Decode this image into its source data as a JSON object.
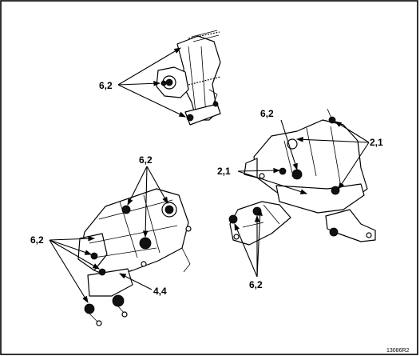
{
  "labels": {
    "top_bracket": "6,2",
    "right_top_a": "6,2",
    "right_top_b": "2,1",
    "right_left": "2,1",
    "right_bottom": "6,2",
    "left_top": "6,2",
    "left_side": "6,2",
    "left_bottom": "4,4"
  },
  "ref_code": "13086R2"
}
